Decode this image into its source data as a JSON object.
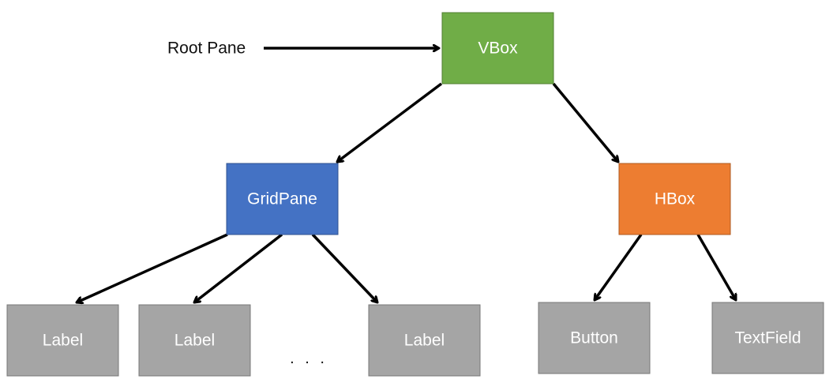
{
  "diagram": {
    "root_label": "Root Pane",
    "ellipsis": ". . .",
    "nodes": {
      "vbox": "VBox",
      "gridpane": "GridPane",
      "hbox": "HBox",
      "label1": "Label",
      "label2": "Label",
      "label3": "Label",
      "button": "Button",
      "textfield": "TextField"
    },
    "colors": {
      "vbox": "#70AD47",
      "gridpane": "#4472C4",
      "hbox": "#ED7D31",
      "leaf": "#A5A5A5",
      "vbox_border": "#507E32",
      "gridpane_border": "#2F528F",
      "hbox_border": "#AE5A21",
      "leaf_border": "#787878"
    }
  }
}
